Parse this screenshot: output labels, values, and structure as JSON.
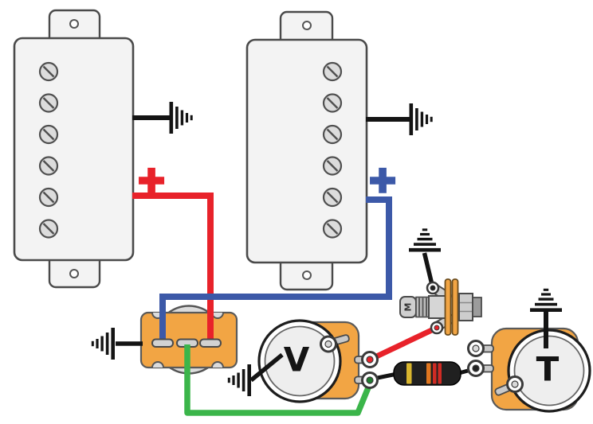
{
  "labels": {
    "neck_pickup_polarity": "+",
    "bridge_pickup_polarity": "+",
    "volume_pot": "V",
    "tone_pot": "T",
    "jack_sleeve_marking": "M"
  },
  "colors": {
    "neck_hot_wire": "#e8222a",
    "bridge_hot_wire": "#3c59a8",
    "output_wire": "#3bb54a",
    "ground_wire": "#141414",
    "component_base": "#f2a544",
    "resistor_body": "#202020",
    "resistor_bands": [
      "#d9b62e",
      "#e0761f",
      "#cf2b24",
      "#cf2b24"
    ]
  },
  "components": {
    "neck_pickup": {
      "pole_screws": 6
    },
    "bridge_pickup": {
      "pole_screws": 6
    },
    "selector_switch": {
      "lugs": 3
    },
    "volume_pot": {
      "lugs": 3
    },
    "tone_pot": {
      "lugs": 3
    },
    "output_jack": {
      "lugs": 2
    },
    "resistor": {
      "bands": 4
    }
  }
}
